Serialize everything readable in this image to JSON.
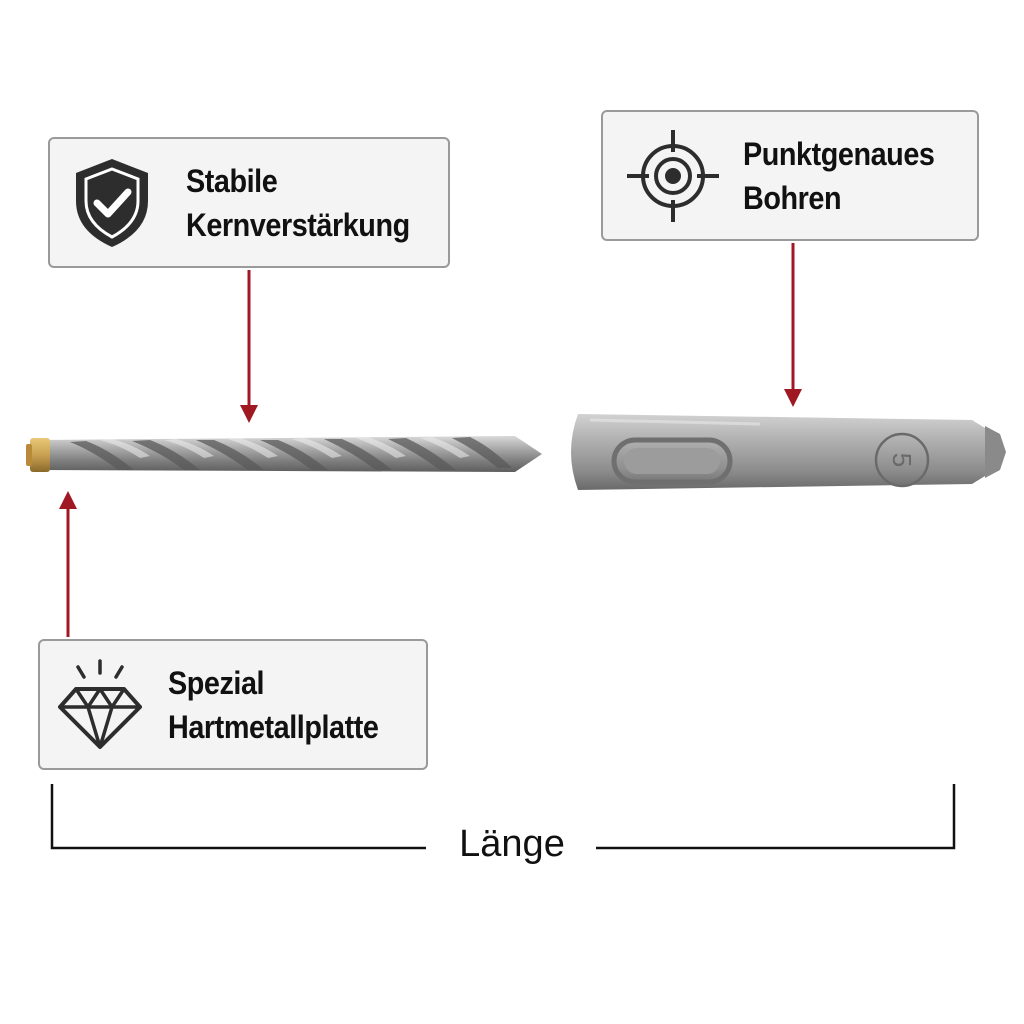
{
  "callouts": {
    "core": {
      "line1": "Stabile",
      "line2": "Kernverstärkung",
      "icon": "shield-check-icon"
    },
    "point": {
      "line1": "Punktgenaues",
      "line2": "Bohren",
      "icon": "crosshair-target-icon"
    },
    "carbide": {
      "line1": "Spezial",
      "line2": "Hartmetallplatte",
      "icon": "diamond-icon"
    }
  },
  "shank": {
    "marking": "5"
  },
  "dimension": {
    "label": "Länge"
  },
  "colors": {
    "arrow": "#a01822",
    "steel": "#8e8e8e",
    "carbide_tip": "#c9a052",
    "box_border": "#9a9a9a",
    "box_fill": "#f4f4f4",
    "text": "#111111"
  }
}
